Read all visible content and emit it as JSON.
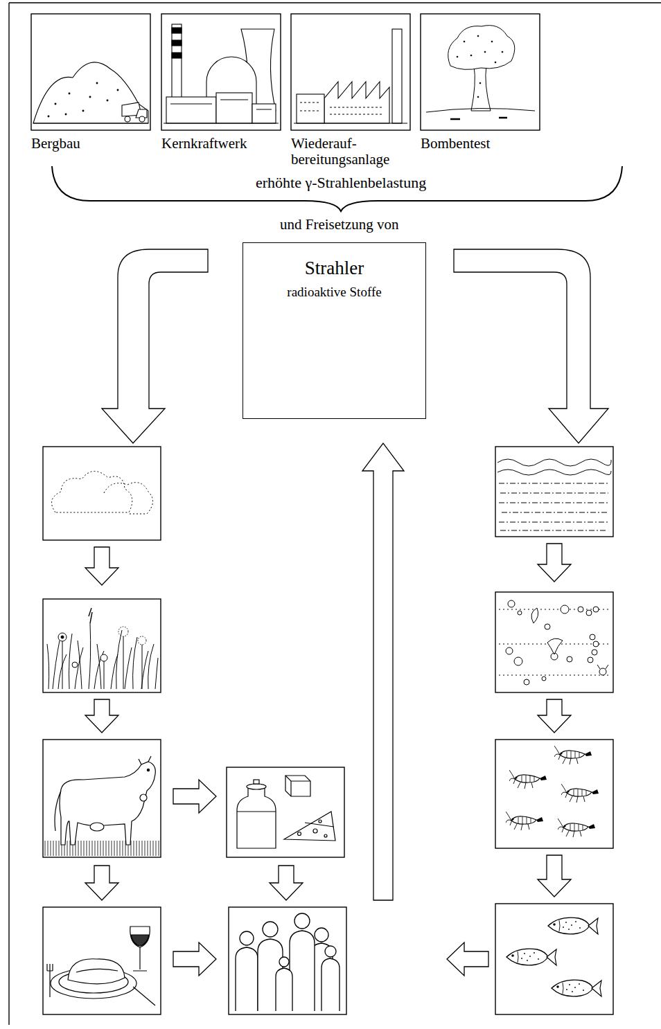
{
  "diagram": {
    "nodes": [
      {
        "text": [
          "Bergbau"
        ]
      },
      {
        "text": [
          "Kernkraftwerk"
        ]
      },
      {
        "text": [
          "Wiederauf- bereitungsanlage"
        ]
      },
      {
        "text": [
          "Bombentest"
        ]
      },
      {
        "text": [
          "Strahler",
          "radioaktive Stoffe"
        ]
      }
    ],
    "labels": [
      "erhöhte γ-Strahlenbelastung",
      "und Freisetzung von"
    ]
  }
}
